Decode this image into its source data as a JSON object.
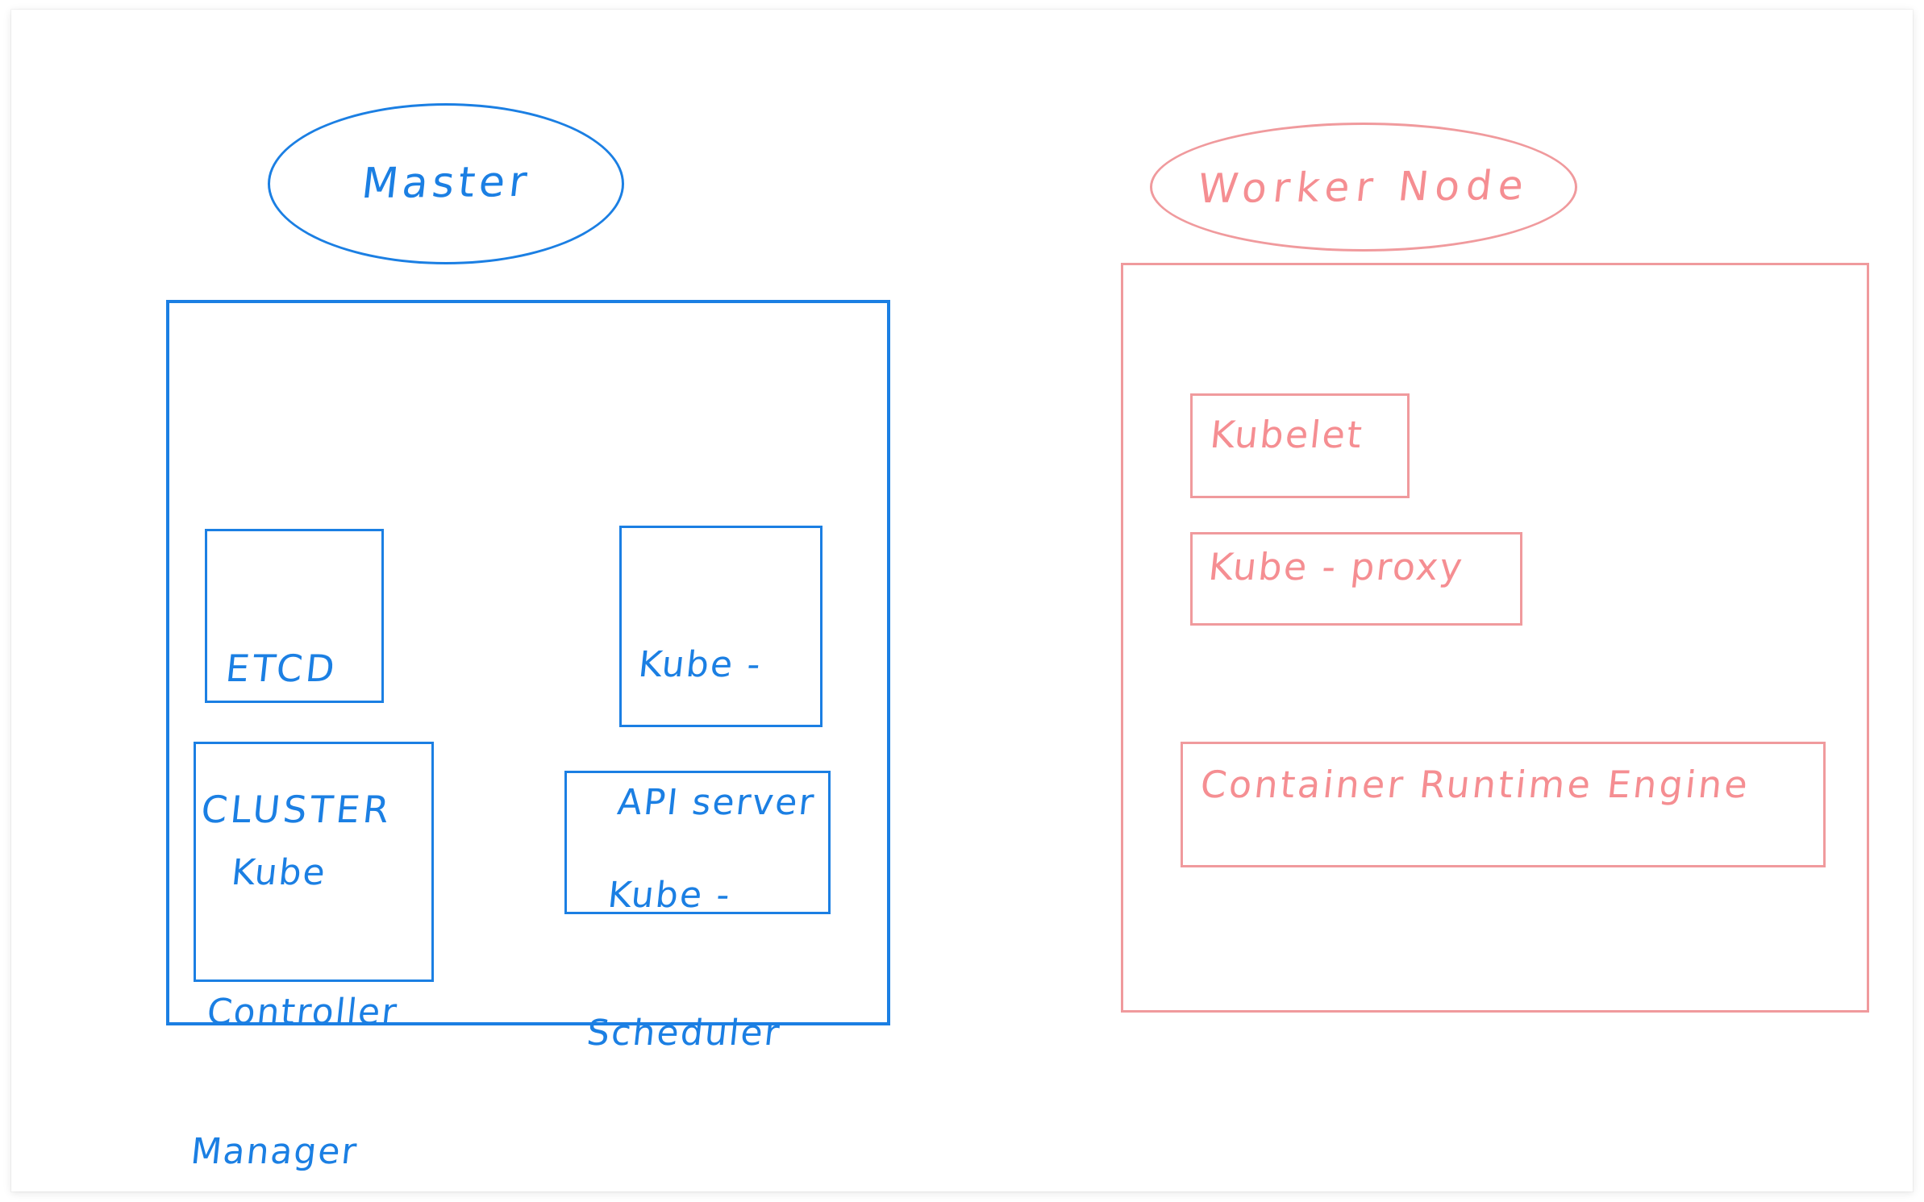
{
  "diagram": {
    "title": "Kubernetes cluster architecture whiteboard sketch",
    "style": "hand-drawn whiteboard",
    "colors": {
      "master_ink": "#1b7fe3",
      "worker_ink": "#f58e92",
      "master_stroke": "#1b7fe3",
      "worker_stroke": "#f09a9d",
      "background": "#ffffff"
    }
  },
  "master": {
    "title": "Master",
    "components": {
      "etcd": {
        "line1": "ETCD",
        "line2": "CLUSTER"
      },
      "api_server": {
        "line1": "Kube -",
        "line2": "API server"
      },
      "controller_manager": {
        "line1": "Kube",
        "line2": "Controller",
        "line3": "Manager"
      },
      "scheduler": {
        "line1": "Kube -",
        "line2": "Scheduler"
      }
    }
  },
  "worker": {
    "title": "Worker Node",
    "components": {
      "kubelet": {
        "label": "Kubelet"
      },
      "kube_proxy": {
        "label": "Kube - proxy"
      },
      "container_runtime": {
        "label": "Container Runtime Engine"
      }
    }
  }
}
